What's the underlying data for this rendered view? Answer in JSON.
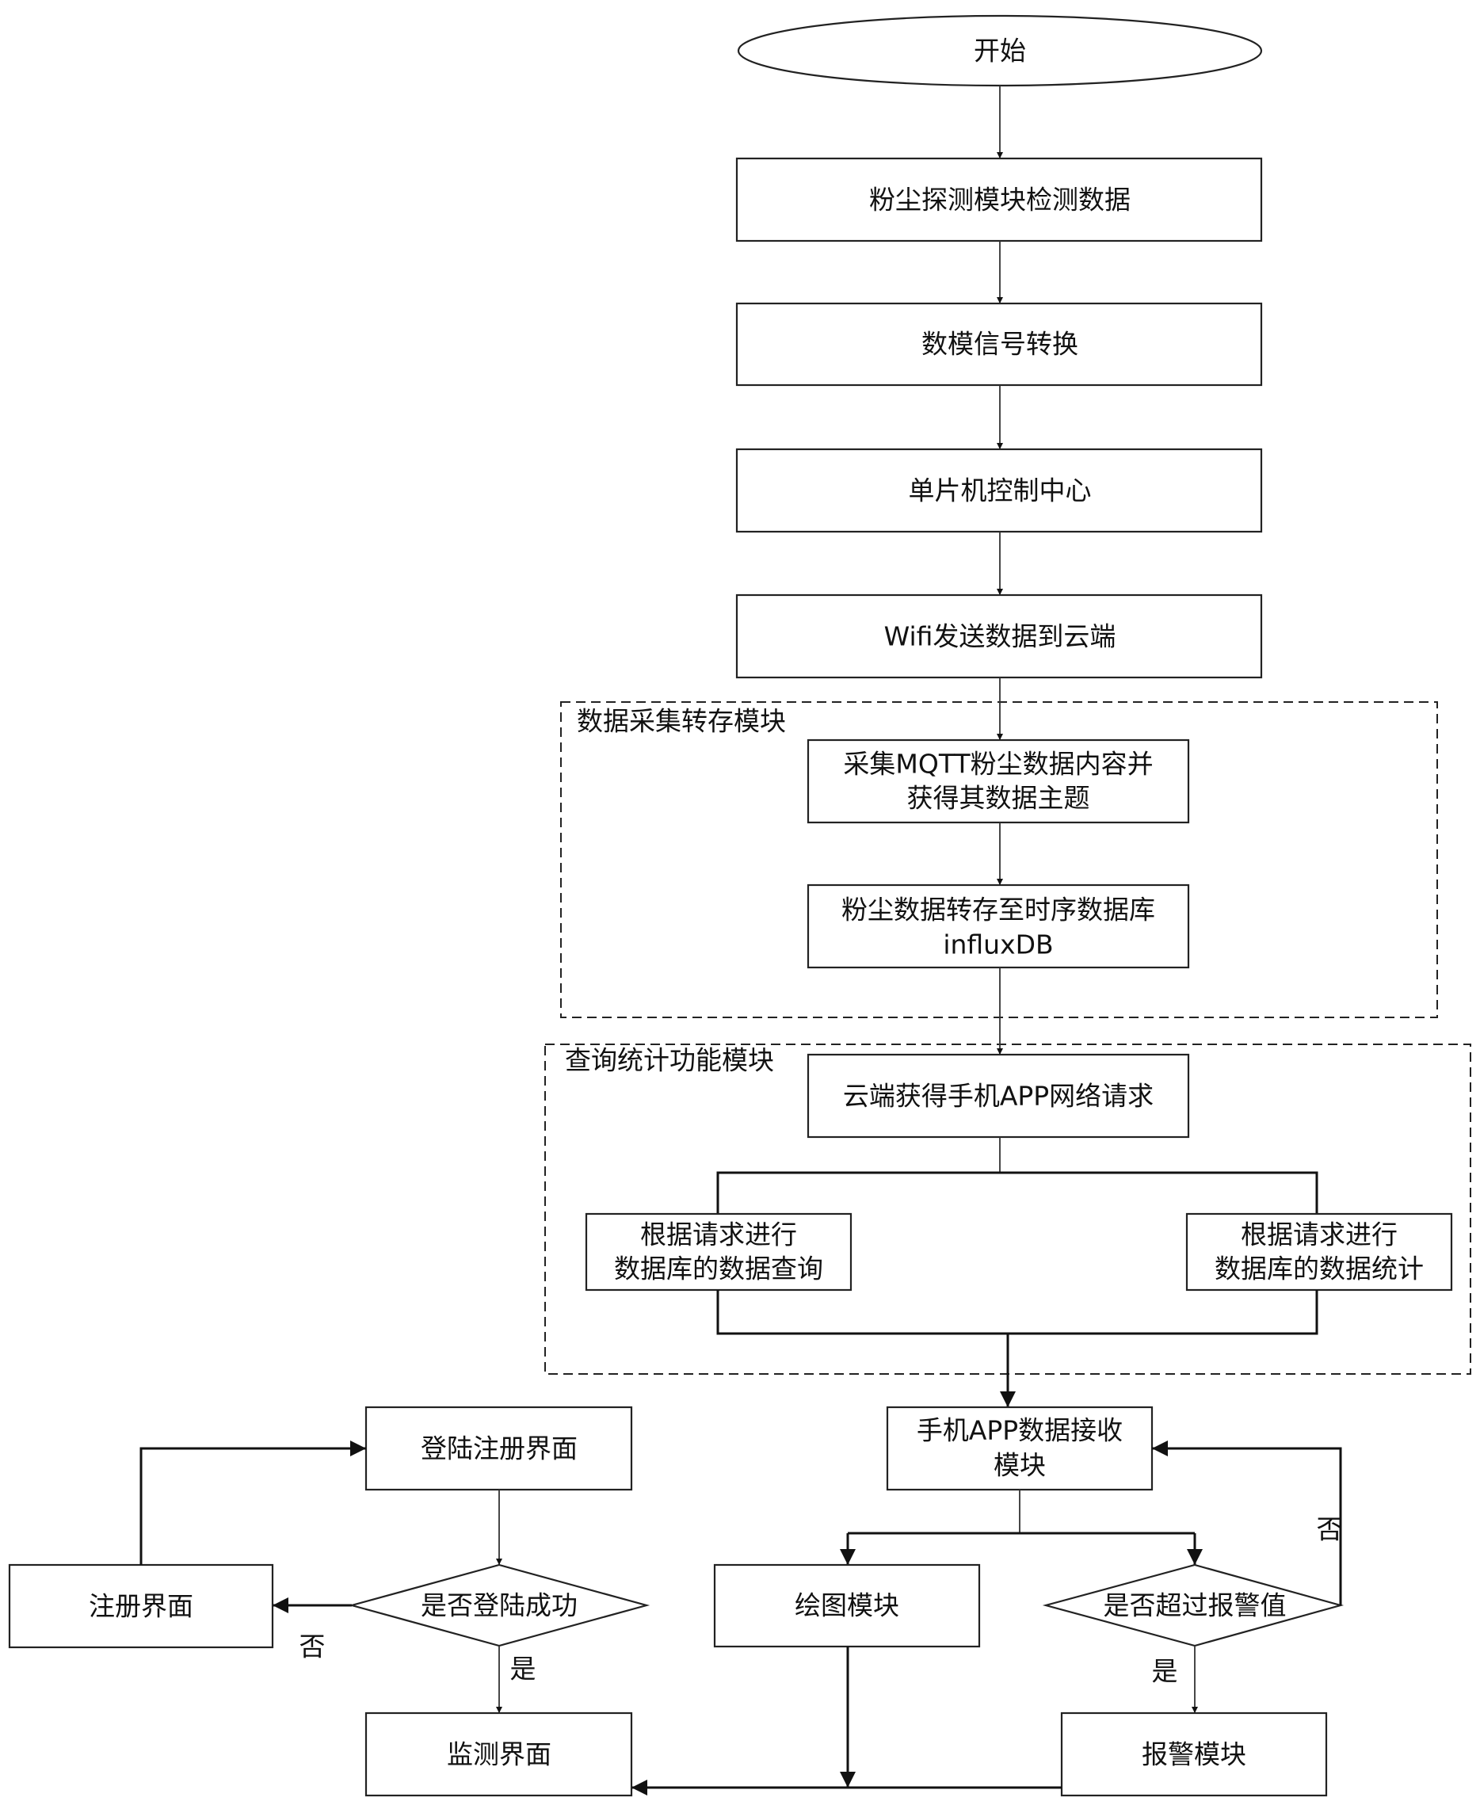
{
  "start": "开始",
  "steps": {
    "detect": "粉尘探测模块检测数据",
    "convert": "数模信号转换",
    "mcu": "单片机控制中心",
    "wifi": "Wifi发送数据到云端"
  },
  "module_collect": {
    "title": "数据采集转存模块",
    "collect_line1": "采集MQTT粉尘数据内容并",
    "collect_line2": "获得其数据主题",
    "store_line1": "粉尘数据转存至时序数据库",
    "store_line2": "influxDB"
  },
  "module_query": {
    "title": "查询统计功能模块",
    "request": "云端获得手机APP网络请求",
    "query_line1": "根据请求进行",
    "query_line2": "数据库的数据查询",
    "stats_line1": "根据请求进行",
    "stats_line2": "数据库的数据统计"
  },
  "app": {
    "receive_line1": "手机APP数据接收",
    "receive_line2": "模块",
    "plot": "绘图模块",
    "alarm_check": "是否超过报警值",
    "alarm": "报警模块",
    "login": "登陆注册界面",
    "login_check": "是否登陆成功",
    "register": "注册界面",
    "monitor": "监测界面"
  },
  "labels": {
    "no_alarm": "否",
    "yes_alarm": "是",
    "no_login": "否",
    "yes_login": "是"
  }
}
